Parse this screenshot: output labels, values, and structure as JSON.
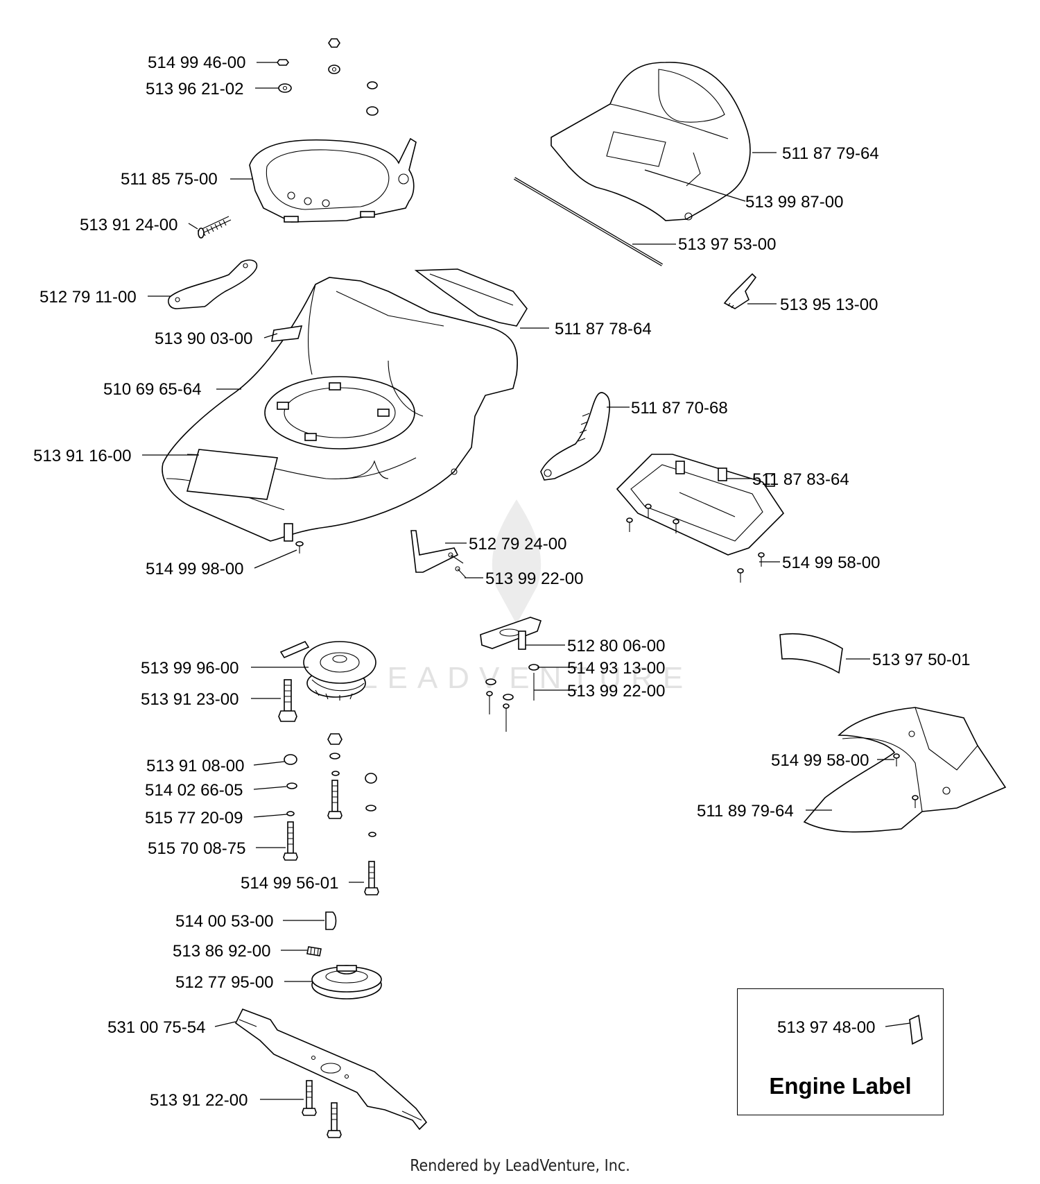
{
  "watermark": "LEADVENTURE",
  "parts": [
    {
      "number": "514 99 46-00"
    },
    {
      "number": "513 96 21-02"
    },
    {
      "number": "511 85 75-00"
    },
    {
      "number": "513 91 24-00"
    },
    {
      "number": "512 79 11-00"
    },
    {
      "number": "513 90 03-00"
    },
    {
      "number": "510 69 65-64"
    },
    {
      "number": "513 91 16-00"
    },
    {
      "number": "514 99 98-00"
    },
    {
      "number": "511 87 79-64"
    },
    {
      "number": "513 99 87-00"
    },
    {
      "number": "513 97 53-00"
    },
    {
      "number": "513 95 13-00"
    },
    {
      "number": "511 87 78-64"
    },
    {
      "number": "511 87 70-68"
    },
    {
      "number": "511 87 83-64"
    },
    {
      "number": "514 99 58-00"
    },
    {
      "number": "512 79 24-00"
    },
    {
      "number": "513 99 22-00"
    },
    {
      "number": "512 80 06-00"
    },
    {
      "number": "514 93 13-00"
    },
    {
      "number": "513 99 22-00"
    },
    {
      "number": "513 97 50-01"
    },
    {
      "number": "514 99 58-00"
    },
    {
      "number": "511 89 79-64"
    },
    {
      "number": "513 99 96-00"
    },
    {
      "number": "513 91 23-00"
    },
    {
      "number": "513 91 08-00"
    },
    {
      "number": "514 02 66-05"
    },
    {
      "number": "515 77 20-09"
    },
    {
      "number": "515 70 08-75"
    },
    {
      "number": "514 99 56-01"
    },
    {
      "number": "514 00 53-00"
    },
    {
      "number": "513 86 92-00"
    },
    {
      "number": "512 77 95-00"
    },
    {
      "number": "531 00 75-54"
    },
    {
      "number": "513 91 22-00"
    }
  ],
  "engine_label": {
    "part_number": "513 97 48-00",
    "title": "Engine Label"
  },
  "footer": "Rendered by LeadVenture, Inc."
}
